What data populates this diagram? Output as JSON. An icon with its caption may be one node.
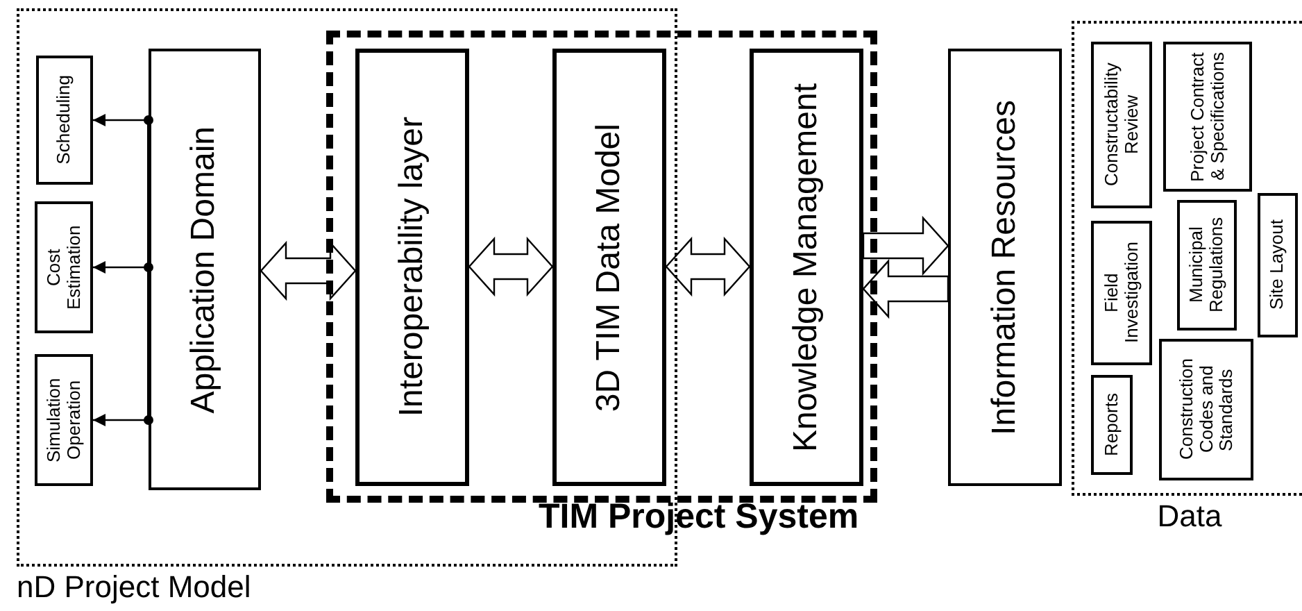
{
  "diagram": {
    "nodes": [
      {
        "text": [
          "nD Project Model"
        ]
      },
      {
        "text": [
          "Scheduling"
        ],
        "in": 0
      },
      {
        "text": [
          "Cost Estimation"
        ],
        "in": 0
      },
      {
        "text": [
          "Simulation Operation"
        ],
        "in": 0
      },
      {
        "text": [
          "Application Domain"
        ],
        "in": 0
      },
      {
        "text": [
          "TIM Project System"
        ]
      },
      {
        "text": [
          "Interoperability layer"
        ]
      },
      {
        "text": [
          "3D TIM Data Model"
        ]
      },
      {
        "text": [
          "Knowledge Management"
        ],
        "in": 5
      },
      {
        "text": [
          "Information Resources"
        ]
      },
      {
        "text": [
          "Data"
        ]
      },
      {
        "text": [
          "Constructability Review"
        ],
        "in": 10
      },
      {
        "text": [
          "Project Contract & Specifications"
        ],
        "in": 10
      },
      {
        "text": [
          "Field Investigation"
        ],
        "in": 10
      },
      {
        "text": [
          "Municipal Regulations"
        ],
        "in": 10
      },
      {
        "text": [
          "Site Layout"
        ],
        "in": 10
      },
      {
        "text": [
          "Reports"
        ],
        "in": 10
      },
      {
        "text": [
          "Construction Codes and Standards"
        ],
        "in": 10
      }
    ],
    "edges": [
      {
        "from": 4,
        "to": 1,
        "arrow": "to"
      },
      {
        "from": 4,
        "to": 2,
        "arrow": "to"
      },
      {
        "from": 4,
        "to": 3,
        "arrow": "to"
      },
      {
        "from": 4,
        "to": 6,
        "arrow": "both",
        "style": "thick"
      },
      {
        "from": 6,
        "to": 7,
        "arrow": "both",
        "style": "thick"
      },
      {
        "from": 7,
        "to": 8,
        "arrow": "both",
        "style": "thick"
      },
      {
        "from": 8,
        "to": 9,
        "arrow": "to",
        "style": "thick"
      },
      {
        "from": 9,
        "to": 8,
        "arrow": "to",
        "style": "thick"
      }
    ]
  }
}
